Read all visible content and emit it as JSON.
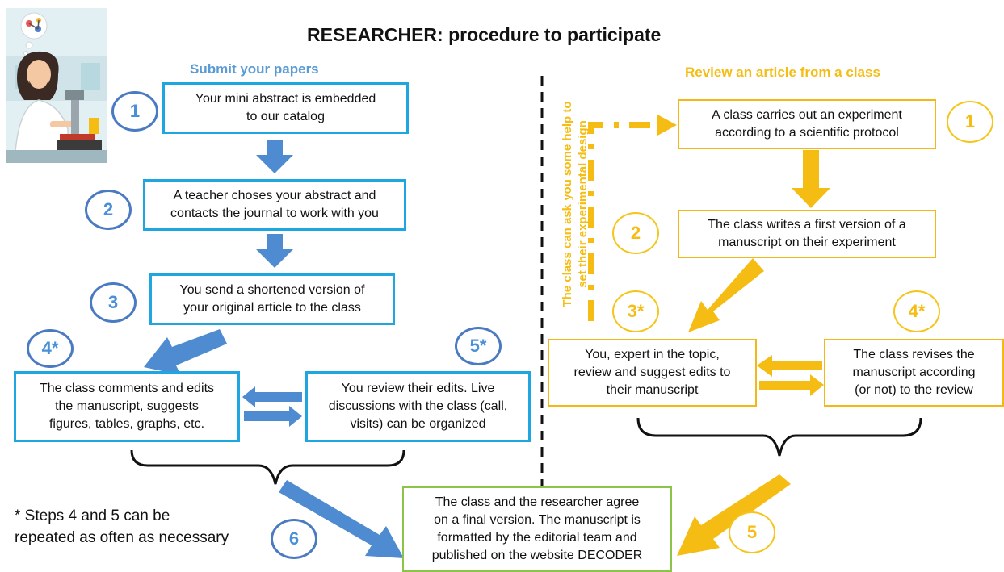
{
  "title": "RESEARCHER: procedure to participate",
  "left_heading": "Submit your papers",
  "right_heading": "Review an article from a class",
  "side_note": [
    "The class can ask you some help to",
    "set their experimental design"
  ],
  "footnote": [
    "* Steps 4 and 5 can be",
    "repeated as often as necessary"
  ],
  "colors": {
    "blue_box": "#1fa5e0",
    "blue_arrow": "#4f8bd0",
    "blue_text": "#4a90d9",
    "yellow": "#f5bd14",
    "green": "#8cc44a"
  },
  "left_steps": [
    {
      "num": "1",
      "lines": [
        "Your mini abstract is embedded",
        "to our catalog"
      ]
    },
    {
      "num": "2",
      "lines": [
        "A teacher choses your abstract and",
        "contacts the journal to work with you"
      ]
    },
    {
      "num": "3",
      "lines": [
        "You send a shortened version of",
        "your original article to the class"
      ]
    },
    {
      "num": "4*",
      "lines": [
        "The class comments and edits",
        "the manuscript, suggests",
        "figures, tables, graphs, etc."
      ]
    },
    {
      "num": "5*",
      "lines": [
        "You review their edits. Live",
        "discussions with the class (call,",
        "visits) can be organized"
      ]
    },
    {
      "num": "6"
    }
  ],
  "right_steps": [
    {
      "num": "1",
      "lines": [
        "A class carries out an experiment",
        "according to a scientific protocol"
      ]
    },
    {
      "num": "2",
      "lines": [
        "The class writes a first version of a",
        "manuscript on their experiment"
      ]
    },
    {
      "num": "3*",
      "lines": [
        "You, expert in the topic,",
        "review and suggest edits to",
        "their manuscript"
      ]
    },
    {
      "num": "4*",
      "lines": [
        "The class revises the",
        "manuscript according",
        "(or not) to the review"
      ]
    },
    {
      "num": "5"
    }
  ],
  "final_box": {
    "lines": [
      "The class and the researcher agree",
      "on a final version. The manuscript is",
      "formatted by the editorial team and",
      "published on the website DECODER"
    ]
  },
  "illustration": {
    "icon": "scientist-with-microscope-illustration"
  }
}
